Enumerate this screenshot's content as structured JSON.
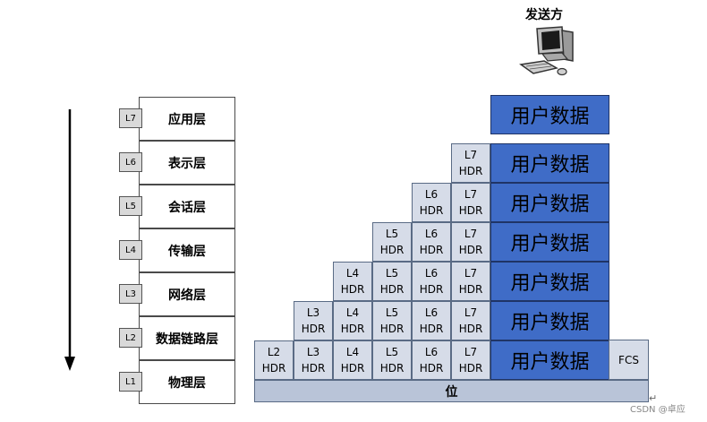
{
  "sender": {
    "label": "发送方"
  },
  "layers": [
    {
      "badge": "L7",
      "name": "应用层"
    },
    {
      "badge": "L6",
      "name": "表示层"
    },
    {
      "badge": "L5",
      "name": "会话层"
    },
    {
      "badge": "L4",
      "name": "传输层"
    },
    {
      "badge": "L3",
      "name": "网络层"
    },
    {
      "badge": "L2",
      "name": "数据链路层"
    },
    {
      "badge": "L1",
      "name": "物理层"
    }
  ],
  "headers": {
    "l7": {
      "layer": "L7",
      "tag": "HDR"
    },
    "l6": {
      "layer": "L6",
      "tag": "HDR"
    },
    "l5": {
      "layer": "L5",
      "tag": "HDR"
    },
    "l4": {
      "layer": "L4",
      "tag": "HDR"
    },
    "l3": {
      "layer": "L3",
      "tag": "HDR"
    },
    "l2": {
      "layer": "L2",
      "tag": "HDR"
    }
  },
  "user_data_label": "用户数据",
  "fcs_label": "FCS",
  "bits_label": "位",
  "return_mark": "↵",
  "watermark": "CSDN @卓应",
  "colors": {
    "user_data_fill": "#3f6cc7",
    "header_fill": "#d6dce8",
    "bits_fill": "#b9c4d8",
    "badge_fill": "#d9d9d9"
  }
}
